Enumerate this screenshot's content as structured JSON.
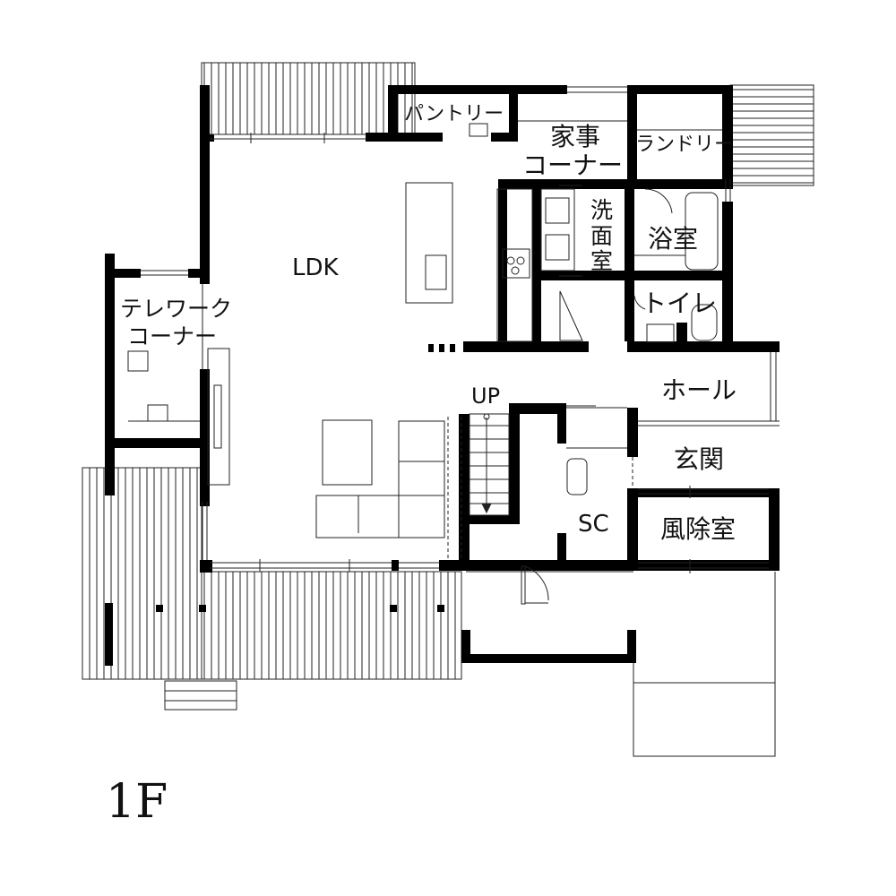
{
  "plan": {
    "floor_label": "1F",
    "rooms": {
      "ldk": "LDK",
      "pantry": "パントリー",
      "housework_line1": "家事",
      "housework_line2": "コーナー",
      "laundry": "ランドリー",
      "washroom_1": "洗",
      "washroom_2": "面",
      "washroom_3": "室",
      "bath": "浴室",
      "toilet": "トイレ",
      "telework_line1": "テレワーク",
      "telework_line2": "コーナー",
      "hall": "ホール",
      "entrance": "玄関",
      "windbreak": "風除室",
      "storage": "SC",
      "stairs_up": "UP"
    }
  }
}
